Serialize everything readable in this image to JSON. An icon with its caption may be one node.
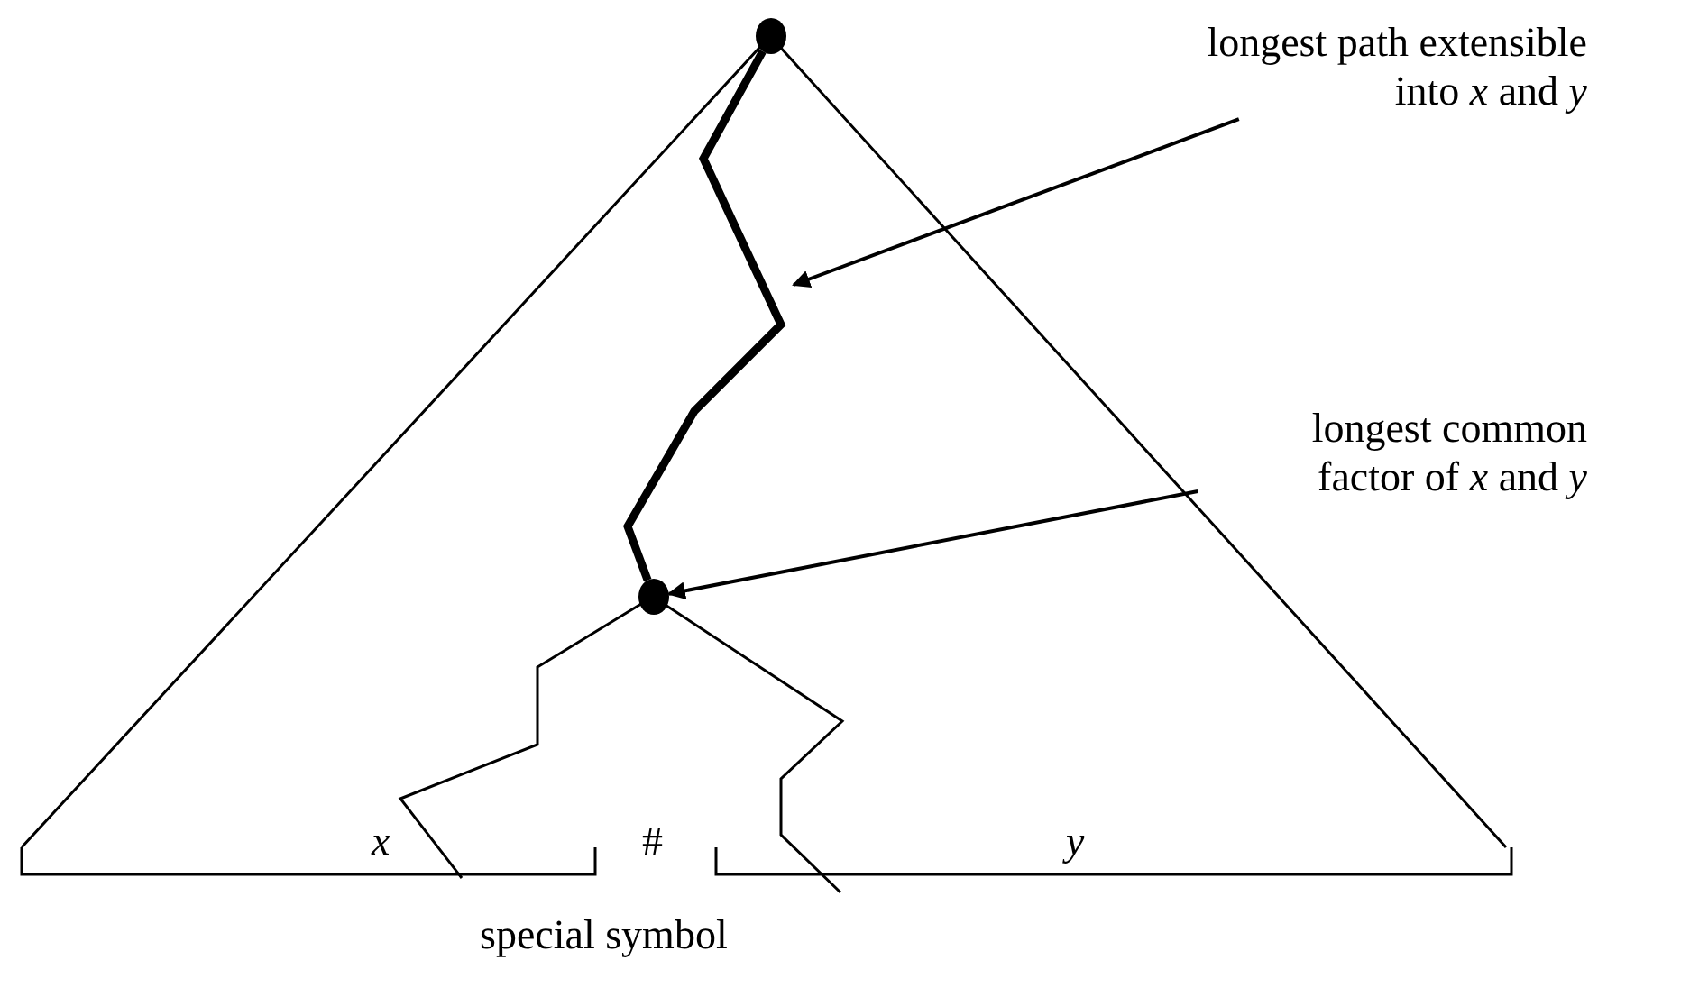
{
  "diagram": {
    "nodes": [
      {
        "text": [],
        "shape": "circle"
      },
      {
        "text": [
          "longest path extensible into *x* and *y*"
        ]
      },
      {
        "text": [
          "longest common factor of *x* and *y*"
        ]
      },
      {
        "text": [],
        "shape": "circle"
      }
    ],
    "edges": [
      {
        "from": 0,
        "to": 3,
        "arrow": "none",
        "style": "thick"
      },
      {
        "from": 1,
        "to": null,
        "arrow": "to"
      },
      {
        "from": 2,
        "to": 3,
        "arrow": "to"
      }
    ],
    "labels": [
      "x",
      "#",
      "y",
      "special symbol"
    ]
  }
}
